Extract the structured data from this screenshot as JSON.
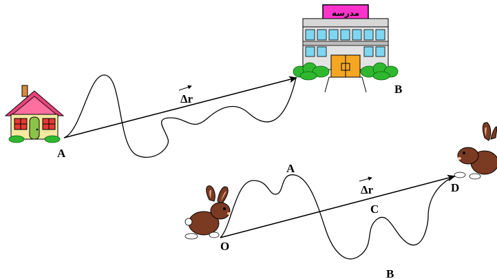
{
  "scene1": {
    "start_label": "A",
    "end_label": "B",
    "vector_label": "Δr",
    "school_sign": "مدرسه"
  },
  "scene2": {
    "origin_label": "O",
    "label_a": "A",
    "label_b": "B",
    "label_c": "C",
    "end_label": "D",
    "vector_label": "Δr"
  },
  "colors": {
    "house_roof": "#e8447a",
    "house_wall": "#f5e9a0",
    "school_sign": "#ff33cc",
    "school_glass": "#7fd6f0",
    "school_door": "#f5a623",
    "bush": "#2fb82f",
    "rabbit": "#7a3b22"
  },
  "icons": [
    "house-icon",
    "school-icon",
    "rabbit-icon"
  ]
}
